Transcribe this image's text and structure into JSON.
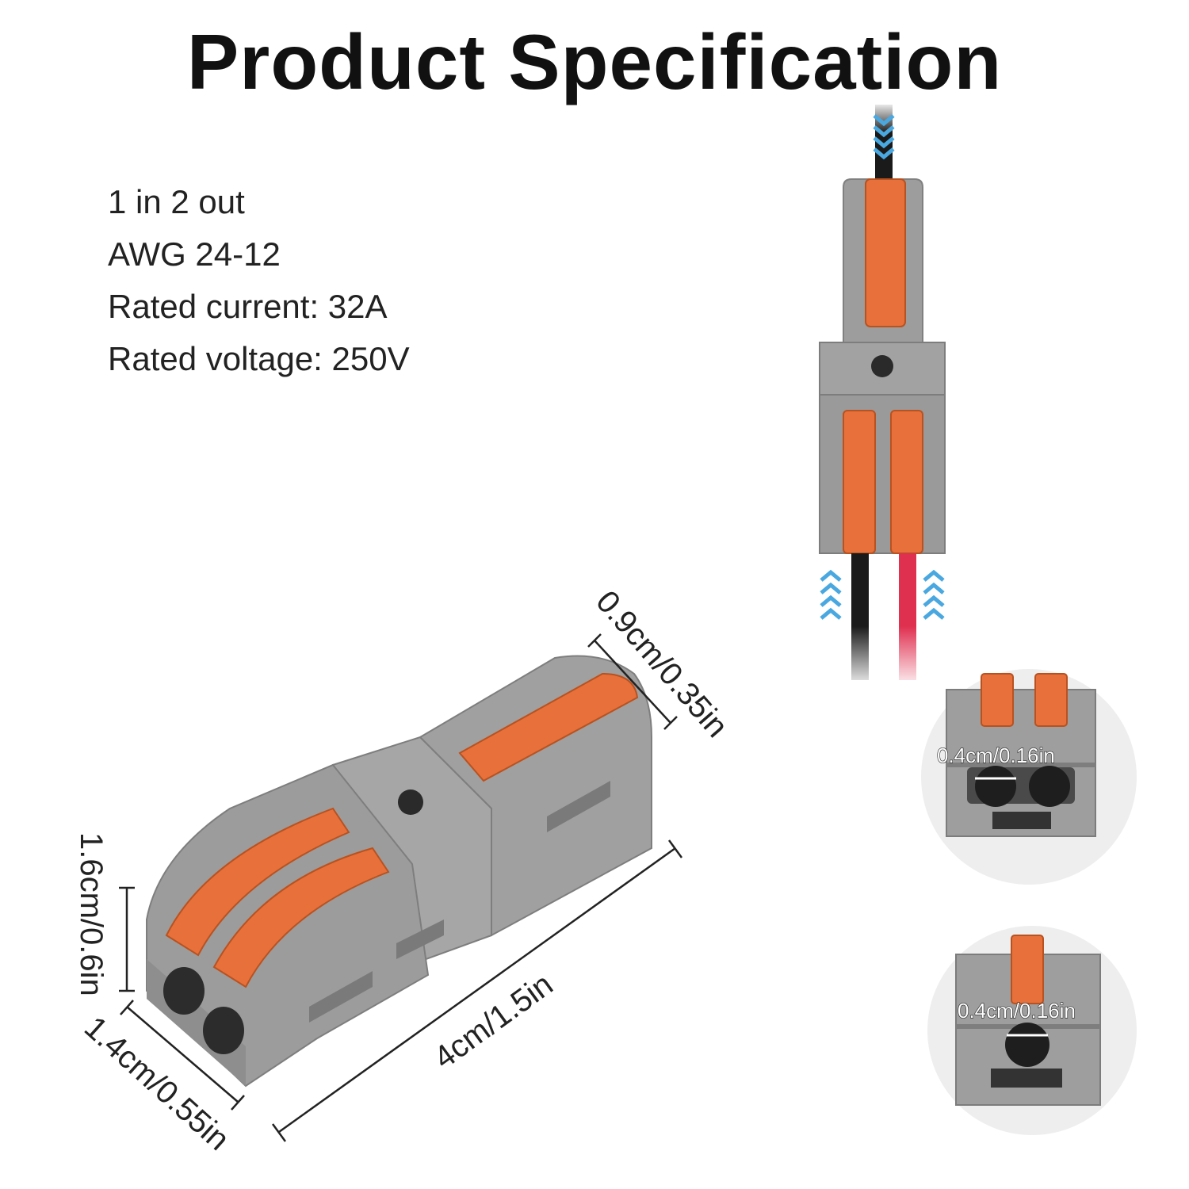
{
  "title": "Product Specification",
  "specs": [
    "1 in 2 out",
    "AWG 24-12",
    "Rated current: 32A",
    "Rated voltage: 250V"
  ],
  "dimensions": {
    "length": "4cm/1.5in",
    "height": "1.6cm/0.6in",
    "width": "1.4cm/0.55in",
    "lever_width": "0.9cm/0.35in",
    "hole_double": "0.4cm/0.16in",
    "hole_single": "0.4cm/0.16in"
  },
  "colors": {
    "housing": "#9a9a9a",
    "lever": "#e8703a",
    "arrow": "#4aa8e0",
    "wire_red": "#e03050",
    "wire_black": "#1a1a1a"
  }
}
